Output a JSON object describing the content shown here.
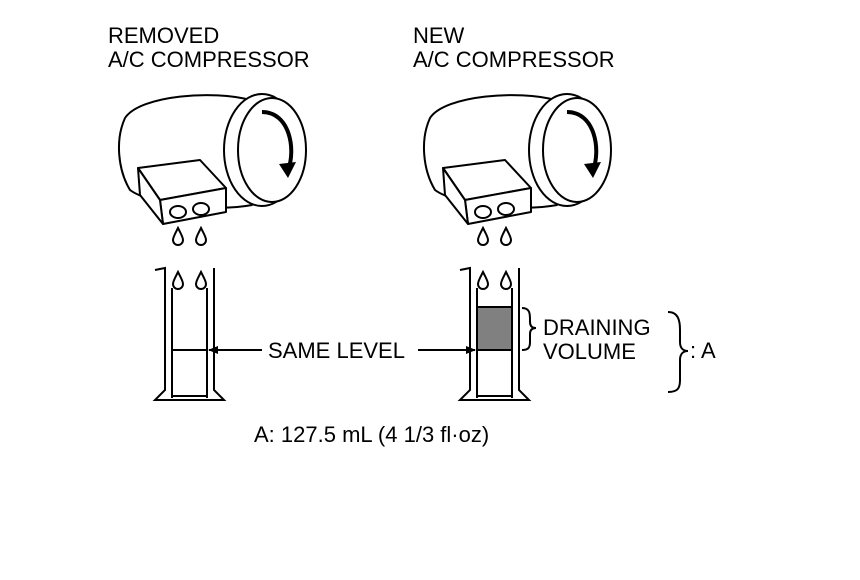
{
  "removed": {
    "line1": "REMOVED",
    "line2": "A/C COMPRESSOR"
  },
  "new": {
    "line1": "NEW",
    "line2": "A/C COMPRESSOR"
  },
  "same_level": "SAME LEVEL",
  "draining": {
    "line1": "DRAINING",
    "line2": "VOLUME"
  },
  "bracket_label": ": A",
  "footnote": "A: 127.5 mL (4 1/3 fl·oz)",
  "colors": {
    "ink": "#000000",
    "draining_fill": "#808080",
    "paper": "#ffffff"
  }
}
